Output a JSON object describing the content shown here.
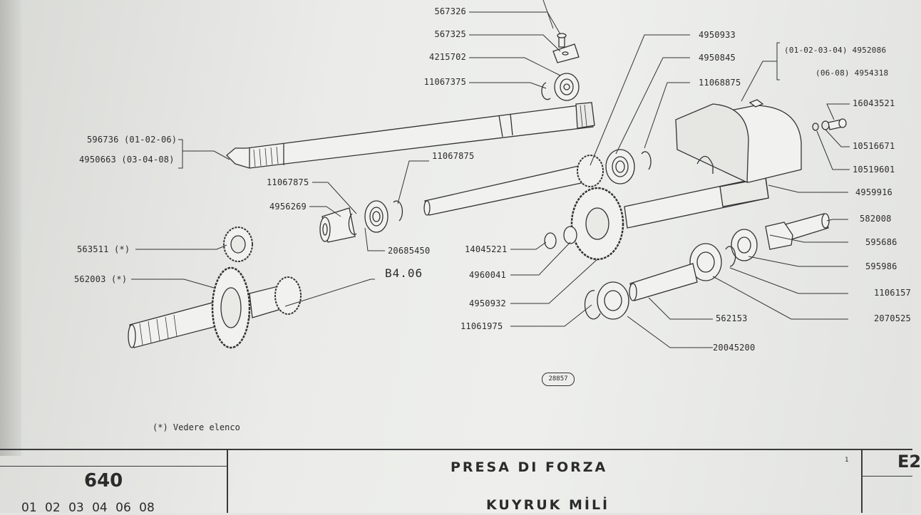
{
  "labels": {
    "p567326": "567326",
    "p567325": "567325",
    "p4215702": "4215702",
    "p11067375": "11067375",
    "p596736": "596736 (01-02-06)",
    "p4950663": "4950663 (03-04-08)",
    "p11067875a": "11067875",
    "p11067875b": "11067875",
    "p4956269": "4956269",
    "p20685450": "20685450",
    "p563511": "563511 (*)",
    "p562003": "562003 (*)",
    "pB406": "B4.06",
    "p4950933": "4950933",
    "p4950845": "4950845",
    "p11068875": "11068875",
    "p4952086": "(01-02-03-04) 4952086",
    "p4954318": "(06-08) 4954318",
    "p16043521": "16043521",
    "p10516671": "10516671",
    "p10519601": "10519601",
    "p4959916": "4959916",
    "p582008": "582008",
    "p595686": "595686",
    "p595986": "595986",
    "p1106157": "1106157",
    "p2070525": "2070525",
    "p14045221": "14045221",
    "p4960041": "4960041",
    "p4950932": "4950932",
    "p11061975": "11061975",
    "p562153": "562153",
    "p20045200": "20045200"
  },
  "drawing_ref": "28857",
  "footnote": "(*) Vedere elenco",
  "title_block": {
    "model": "640",
    "variants": "01 02 03 04 06 08",
    "title_it": "PRESA DI FORZA",
    "title_tr": "KUYRUK MİLİ",
    "sheet_number": "1",
    "sheet_code": "E2"
  }
}
